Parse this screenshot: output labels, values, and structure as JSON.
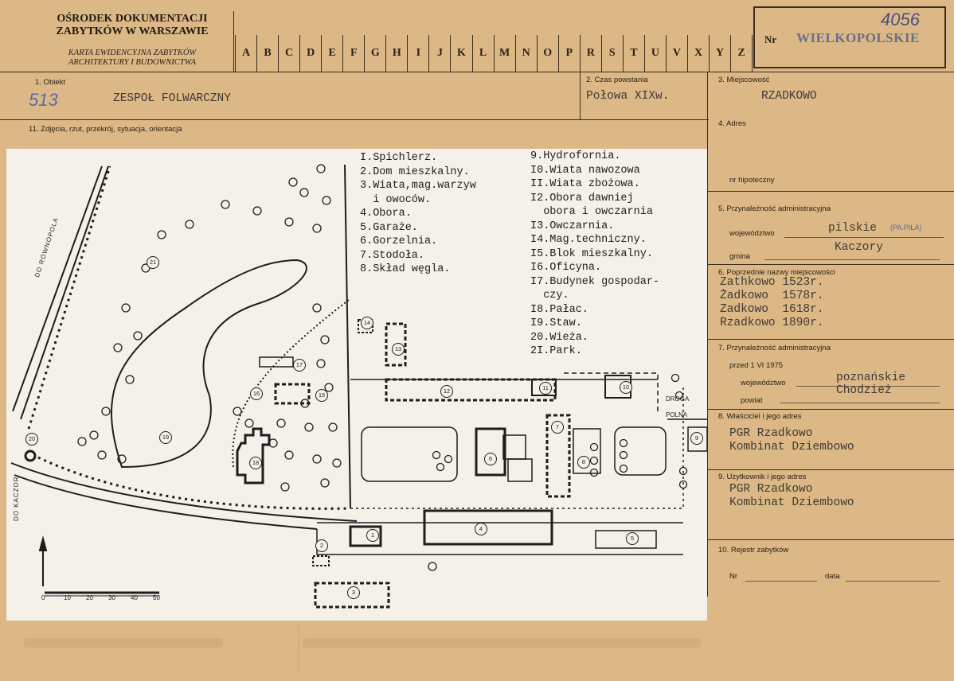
{
  "header": {
    "institution": "OŚRODEK DOKUMENTACJI\nZABYTKÓW W WARSZAWIE",
    "card_type": "KARTA EWIDENCYJNA ZABYTKÓW\nARCHITEKTURY I BUDOWNICTWA",
    "letters": [
      "A",
      "B",
      "C",
      "D",
      "E",
      "F",
      "G",
      "H",
      "I",
      "J",
      "K",
      "L",
      "M",
      "N",
      "O",
      "P",
      "R",
      "S",
      "T",
      "U",
      "V",
      "X",
      "Y",
      "Z"
    ],
    "nr_label": "Nr",
    "voivodeship": "WIELKOPOLSKIE",
    "handwritten_number": "4056"
  },
  "fields": {
    "obiekt_label": "1. Obiekt",
    "obiekt_number": "513",
    "obiekt_value": "ZESPOŁ FOLWARCZNY",
    "czas_label": "2. Czas powstania",
    "czas_value": "Połowa XIXw.",
    "miejscowosc_label": "3. Miejscowość",
    "miejscowosc_value": "RZADKOWO",
    "zdjecia_label": "11. Zdjęcia, rzut, przekrój, sytuacja, orientacja",
    "adres_label": "4. Adres",
    "hipoteczny_label": "nr hipoteczny",
    "przynaleznosc_label": "5. Przynależność administracyjna",
    "wojewodztwo_label": "województwo",
    "wojewodztwo_value": "pilskie",
    "wojewodztwo_note": "(PA.PIŁA)",
    "gmina_label": "gmina",
    "gmina_value": "Kaczory",
    "poprzednie_label": "6. Poprzednie nazwy miejscowości",
    "poprzednie_names": [
      "Zathkowo 1523r.",
      "Żadkowo  1578r.",
      "Zadkowo  1618r.",
      "Rzadkowo 1890r."
    ],
    "przynaleznosc75_label": "7. Przynależność administracyjna",
    "przed_label": "przed 1 VI 1975",
    "woj75_label": "województwo",
    "woj75_value": "poznańskie",
    "powiat_label": "powiat",
    "powiat_value": "Chodzież",
    "wlasciciel_label": "8. Właściciel i jego adres",
    "wlasciciel_value": "PGR Rzadkowo\nKombinat Dziembowo",
    "uzytkownik_label": "9. Użytkownik i jego adres",
    "uzytkownik_value": "PGR Rzadkowo\nKombinat Dziembowo",
    "rejestr_label": "10. Rejestr zabytków",
    "rejestr_nr_label": "Nr",
    "rejestr_data_label": "data"
  },
  "map": {
    "legend_left": [
      "I.Spichlerz.",
      "2.Dom mieszkalny.",
      "3.Wiata,mag.warzyw",
      "  i owoców.",
      "4.Obora.",
      "5.Garaże.",
      "6.Gorzelnia.",
      "7.Stodoła.",
      "8.Skład węgla."
    ],
    "legend_right": [
      "9.Hydrofornia.",
      "I0.Wiata nawozowa",
      "II.Wiata zbożowa.",
      "I2.Obora dawniej",
      "  obora i owczarnia",
      "I3.Owczarnia.",
      "I4.Mag.techniczny.",
      "I5.Blok mieszkalny.",
      "I6.Oficyna.",
      "I7.Budynek gospodar-",
      "  czy.",
      "I8.Pałac.",
      "I9.Staw.",
      "20.Wieża.",
      "2I.Park."
    ],
    "road_labels": [
      "DO RÓWNOPOLA",
      "DO KACZOR",
      "DROGA",
      "POLNA"
    ],
    "scale_ticks": [
      "0",
      "10",
      "20",
      "30",
      "40",
      "50"
    ],
    "building_numbers": [
      "1",
      "2",
      "3",
      "4",
      "5",
      "6",
      "7",
      "8",
      "9",
      "10",
      "11",
      "12",
      "13",
      "14",
      "15",
      "16",
      "17",
      "18",
      "19",
      "20",
      "21"
    ]
  },
  "colors": {
    "card": "#dbb885",
    "ink": "#3a2c1e",
    "stamp": "#5a6aa8",
    "photo": "#f4f1ea"
  }
}
